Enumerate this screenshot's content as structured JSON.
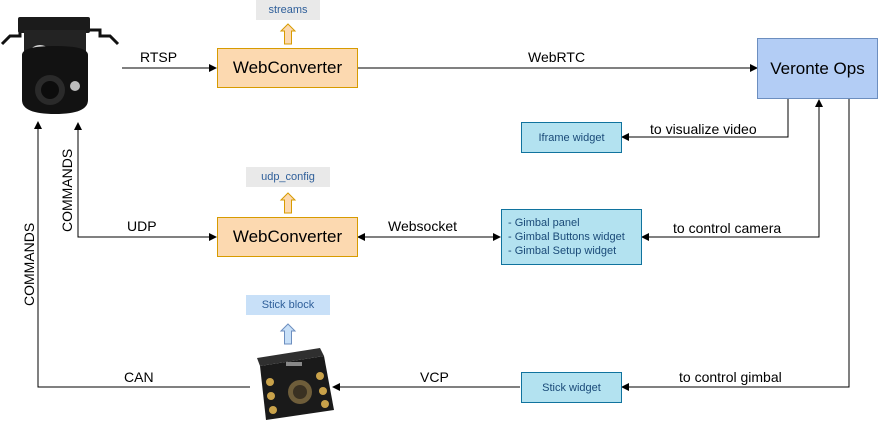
{
  "nodes": {
    "webconverter_top": "WebConverter",
    "webconverter_mid": "WebConverter",
    "veronte_ops": "Veronte Ops",
    "iframe_widget": "Iframe widget",
    "gimbal_widgets": [
      "- Gimbal panel",
      "- Gimbal Buttons widget",
      "- Gimbal Setup widget"
    ],
    "stick_widget": "Stick widget"
  },
  "tags": {
    "streams": "streams",
    "udp_config": "udp_config",
    "stick_block": "Stick block"
  },
  "edges": {
    "rtsp": "RTSP",
    "webrtc": "WebRTC",
    "visualize_video": "to visualize video",
    "udp": "UDP",
    "websocket": "Websocket",
    "control_camera": "to control camera",
    "commands_inner": "COMMANDS",
    "commands_outer": "COMMANDS",
    "can": "CAN",
    "vcp": "VCP",
    "control_gimbal": "to control gimbal"
  },
  "colors": {
    "webconverter_fill": "#fcd9b0",
    "webconverter_stroke": "#d79b00",
    "ops_fill": "#b3cdf5",
    "widget_fill": "#b3e2f0",
    "tag_fill": "#e9e9e9",
    "tag_text": "#2f5f9a"
  },
  "icons": {
    "camera": "gimbal-camera-icon",
    "stick_device": "controller-device-icon"
  }
}
